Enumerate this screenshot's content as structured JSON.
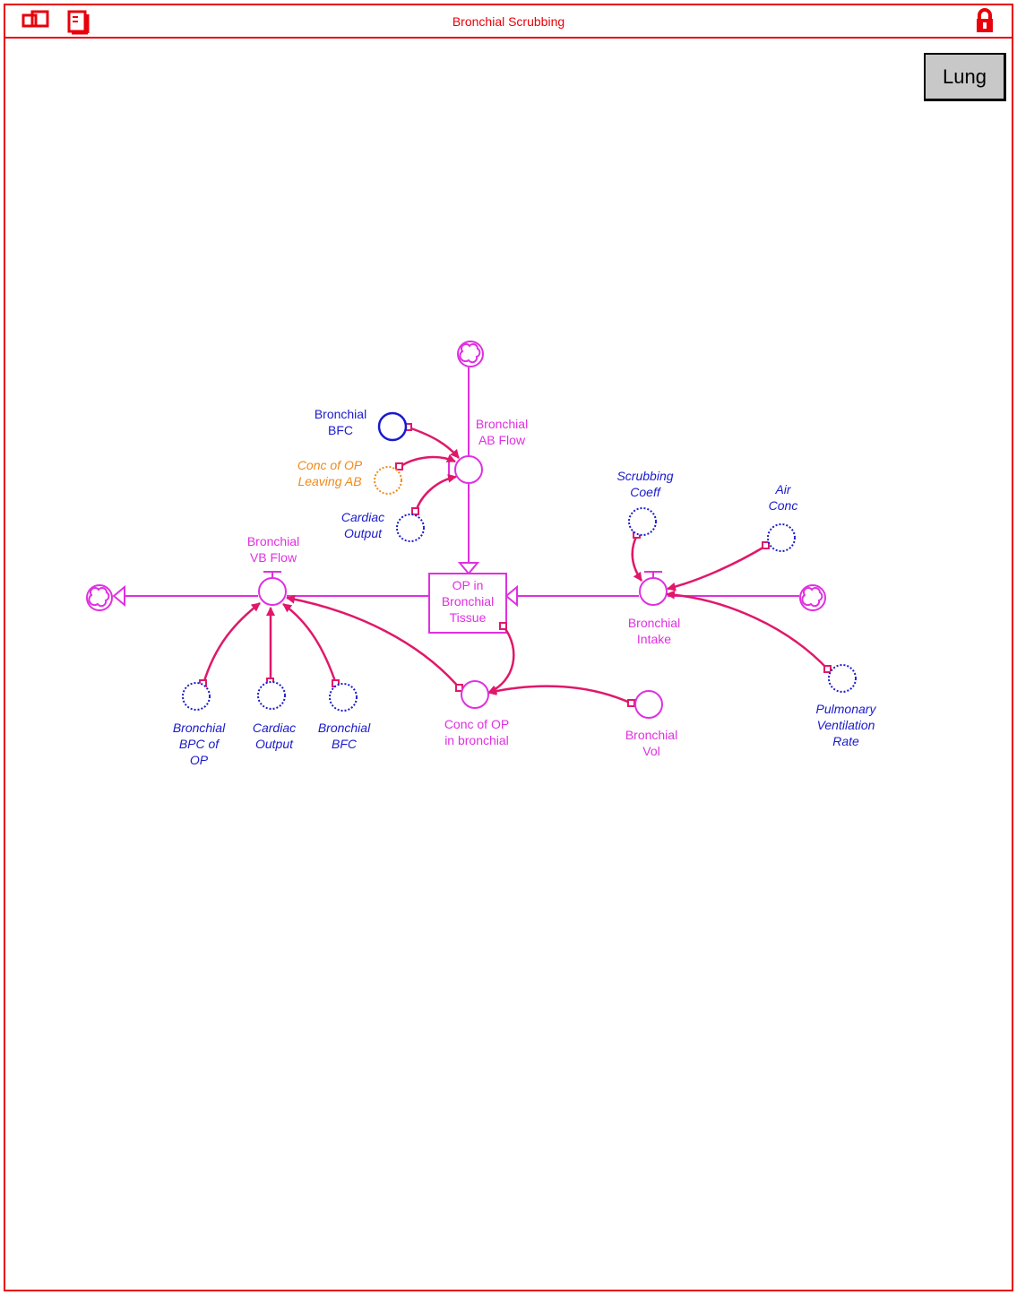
{
  "window": {
    "title": "Bronchial Scrubbing",
    "icons": [
      "window-layers-icon",
      "document-list-icon",
      "padlock-icon"
    ]
  },
  "toolbar": {
    "lung_button_label": "Lung"
  },
  "colors": {
    "frame": "#e8000b",
    "flow": "#e030e0",
    "connector": "#e0186a",
    "variable_ghost": "#1a1acc",
    "variable_solid": "#1a1acc",
    "variable_orange": "#f08a1a",
    "button_bg": "#c8c8c8"
  },
  "diagram": {
    "stock": {
      "label_lines": [
        "OP in",
        "Bronchial",
        "Tissue"
      ]
    },
    "flows": {
      "ab_flow": {
        "label_lines": [
          "Bronchial",
          "AB Flow"
        ]
      },
      "vb_flow": {
        "label_lines": [
          "Bronchial",
          "VB Flow"
        ]
      },
      "intake": {
        "label_lines": [
          "Bronchial",
          "Intake"
        ]
      }
    },
    "converters": {
      "bronchial_bfc_top": {
        "label_lines": [
          "Bronchial",
          "BFC"
        ],
        "style": "solid"
      },
      "conc_op_leaving_ab": {
        "label_lines": [
          "Conc of OP",
          "Leaving AB"
        ],
        "style": "ghost-orange"
      },
      "cardiac_output_top": {
        "label_lines": [
          "Cardiac",
          "Output"
        ],
        "style": "ghost"
      },
      "scrubbing_coeff": {
        "label_lines": [
          "Scrubbing",
          "Coeff"
        ],
        "style": "ghost"
      },
      "air_conc": {
        "label_lines": [
          "Air",
          "Conc"
        ],
        "style": "ghost"
      },
      "pulmonary_ventilation_rate": {
        "label_lines": [
          "Pulmonary",
          "Ventilation",
          "Rate"
        ],
        "style": "ghost"
      },
      "bronchial_bpc_of_op": {
        "label_lines": [
          "Bronchial",
          "BPC of",
          "OP"
        ],
        "style": "ghost"
      },
      "cardiac_output_bottom": {
        "label_lines": [
          "Cardiac",
          "Output"
        ],
        "style": "ghost"
      },
      "bronchial_bfc_bottom": {
        "label_lines": [
          "Bronchial",
          "BFC"
        ],
        "style": "ghost"
      },
      "conc_op_in_bronchial": {
        "label_lines": [
          "Conc of OP",
          "in bronchial"
        ],
        "style": "flow-color"
      },
      "bronchial_vol": {
        "label_lines": [
          "Bronchial",
          "Vol"
        ],
        "style": "flow-color"
      }
    }
  }
}
